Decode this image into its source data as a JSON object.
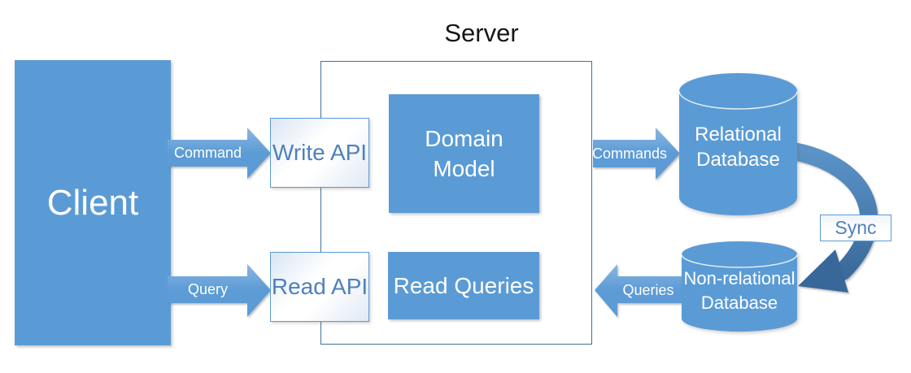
{
  "diagram_title": "Server",
  "nodes": {
    "client": "Client",
    "write_api": "Write API",
    "read_api": "Read API",
    "domain_model": "Domain Model",
    "read_queries": "Read Queries",
    "relational_db": "Relational Database",
    "non_relational_db": "Non-relational Database"
  },
  "arrows": {
    "command": "Command",
    "query": "Query",
    "commands": "Commands",
    "queries": "Queries",
    "sync": "Sync"
  },
  "colors": {
    "primary_blue": "#5B9BD5",
    "outline_blue": "#41719C",
    "sync_arrow_dark": "#3A6B9C",
    "api_text_blue": "#4E81BD",
    "title_text": "#161616"
  }
}
